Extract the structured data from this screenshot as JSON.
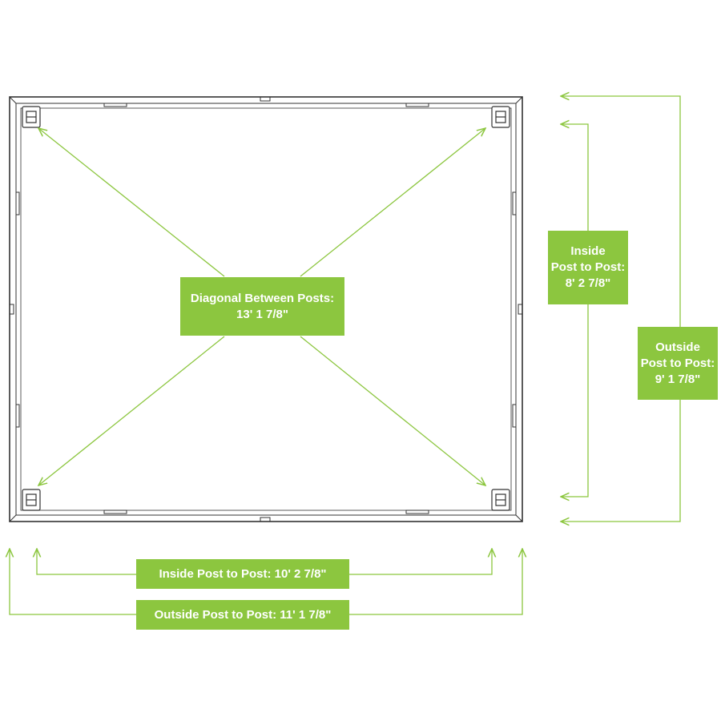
{
  "accent_color": "#8cc63f",
  "frame_color": "#333333",
  "labels": {
    "diagonal": {
      "line1": "Diagonal Between Posts:",
      "line2": "13' 1 7/8\""
    },
    "inside_width": "Inside Post to Post: 10' 2 7/8\"",
    "outside_width": "Outside Post to Post: 11' 1 7/8\"",
    "inside_height": {
      "line1": "Inside",
      "line2": "Post to Post:",
      "line3": "8' 2 7/8\""
    },
    "outside_height": {
      "line1": "Outside",
      "line2": "Post to Post:",
      "line3": "9' 1 7/8\""
    }
  }
}
